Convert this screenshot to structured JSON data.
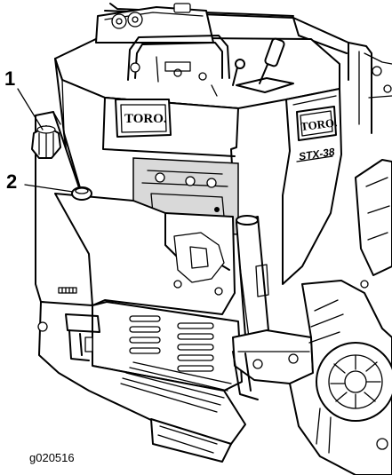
{
  "figure": {
    "id": "g020516",
    "callouts": [
      {
        "number": "1"
      },
      {
        "number": "2"
      }
    ],
    "brand_labels": {
      "front_logo": "TORO.",
      "side_logo": "TORO.",
      "model_badge": "STX-38"
    }
  }
}
